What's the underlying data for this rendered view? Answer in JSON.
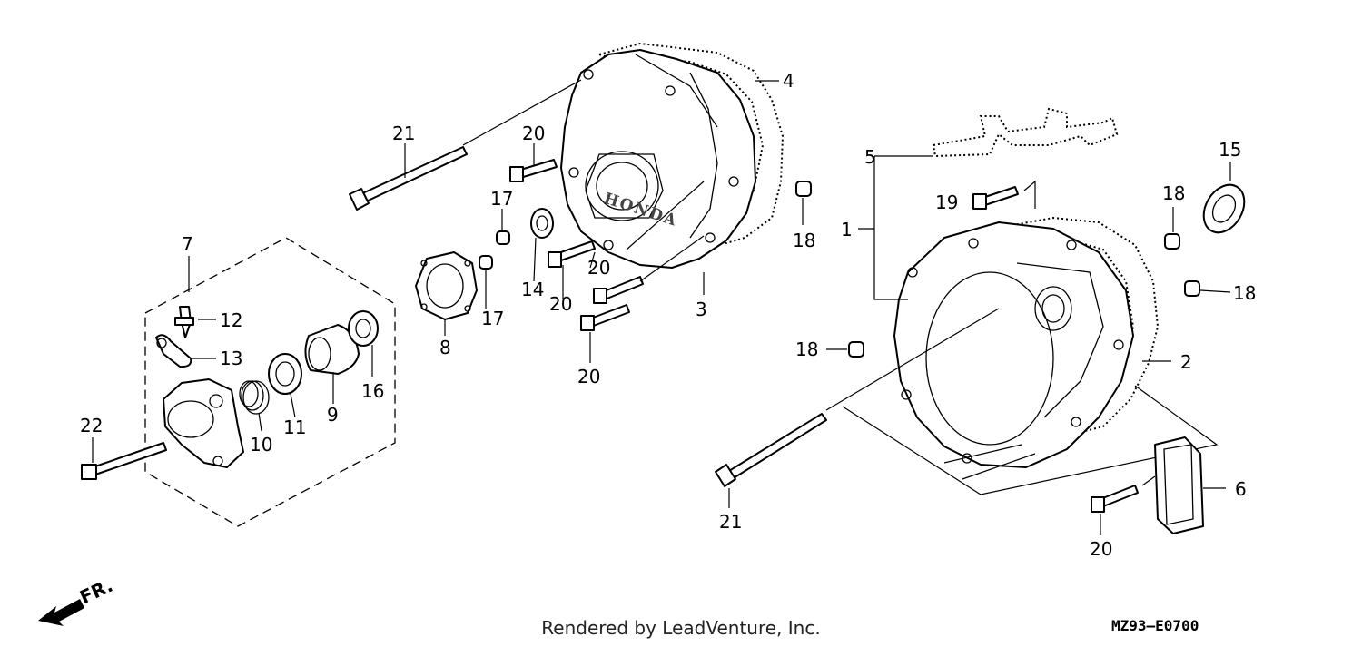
{
  "diagram": {
    "brand_mark": "HONDA",
    "direction_label": "FR.",
    "footer_credit": "Rendered by LeadVenture, Inc.",
    "diagram_code": "MZ93—E0700",
    "callouts": {
      "c1": "1",
      "c2": "2",
      "c3": "3",
      "c4": "4",
      "c5": "5",
      "c6": "6",
      "c7": "7",
      "c8": "8",
      "c9": "9",
      "c10": "10",
      "c11": "11",
      "c12": "12",
      "c13": "13",
      "c14": "14",
      "c15": "15",
      "c16": "16",
      "c17a": "17",
      "c17b": "17",
      "c18a": "18",
      "c18b": "18",
      "c18c": "18",
      "c18d": "18",
      "c19": "19",
      "c20a": "20",
      "c20b": "20",
      "c20c": "20",
      "c20d": "20",
      "c20e": "20",
      "c21a": "21",
      "c21b": "21",
      "c22": "22"
    }
  }
}
